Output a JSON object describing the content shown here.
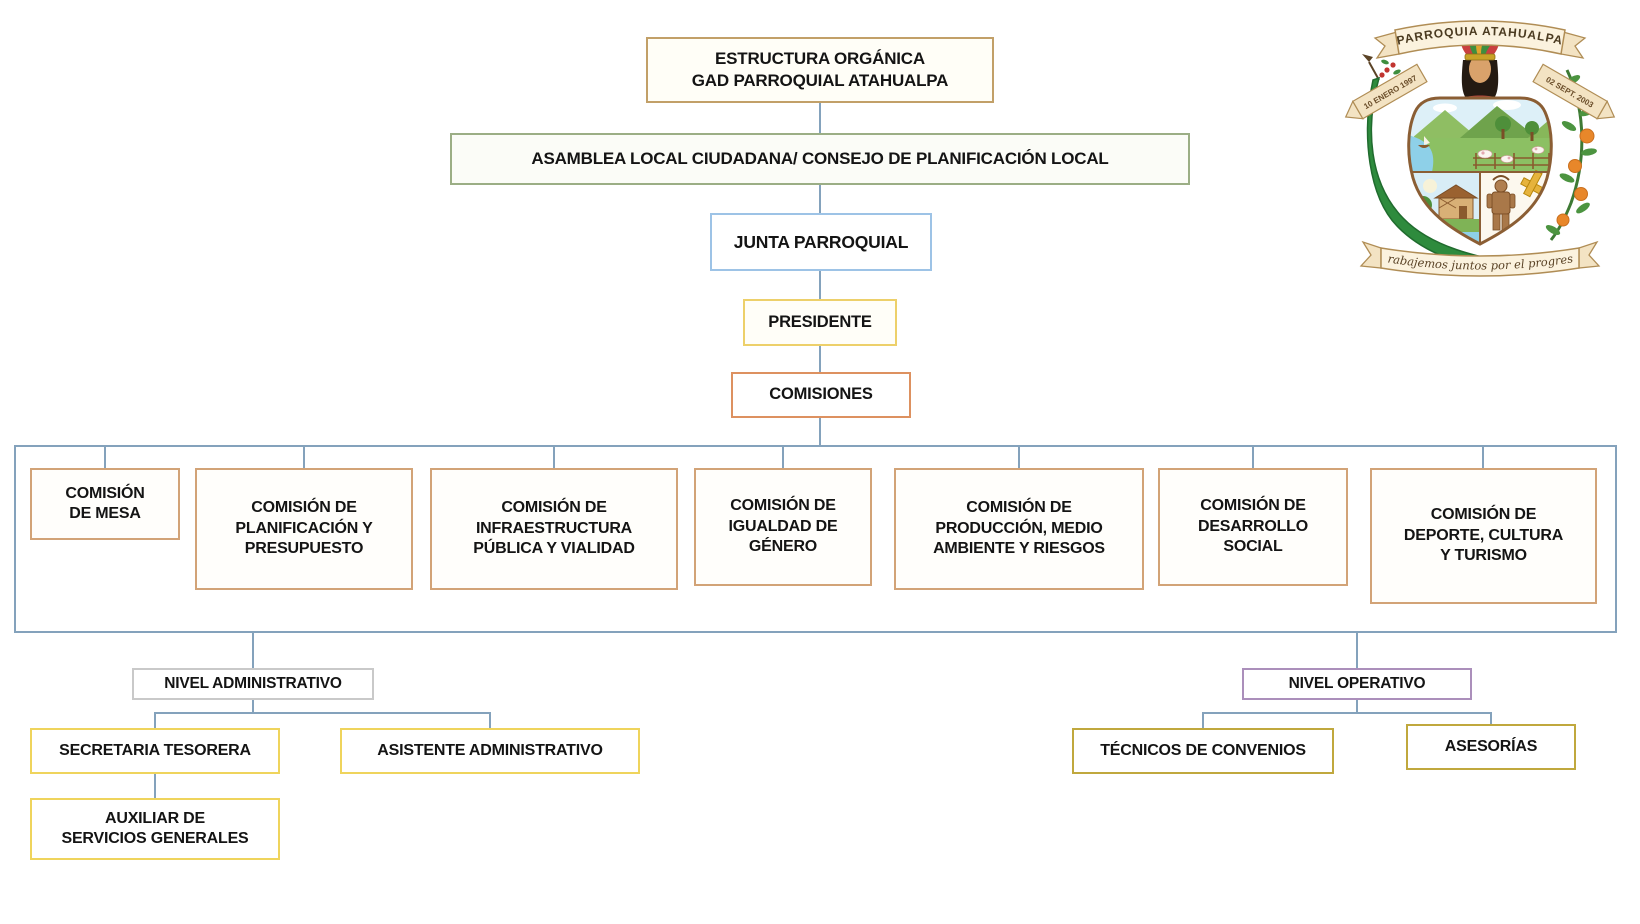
{
  "org": {
    "estructura": "ESTRUCTURA ORGÁNICA\nGAD PARROQUIAL ATAHUALPA",
    "asamblea": "ASAMBLEA LOCAL CIUDADANA/ CONSEJO DE PLANIFICACIÓN LOCAL",
    "junta": "JUNTA PARROQUIAL",
    "presidente": "PRESIDENTE",
    "comisiones": "COMISIONES",
    "commissions": [
      {
        "label": "COMISIÓN\nDE MESA"
      },
      {
        "label": "COMISIÓN DE\nPLANIFICACIÓN Y\nPRESUPUESTO"
      },
      {
        "label": "COMISIÓN DE\nINFRAESTRUCTURA\nPÚBLICA Y VIALIDAD"
      },
      {
        "label": "COMISIÓN DE\nIGUALDAD DE\nGÉNERO"
      },
      {
        "label": "COMISIÓN DE\nPRODUCCIÓN, MEDIO\nAMBIENTE Y RIESGOS"
      },
      {
        "label": "COMISIÓN DE\nDESARROLLO\nSOCIAL"
      },
      {
        "label": "COMISIÓN DE\nDEPORTE, CULTURA\nY TURISMO"
      }
    ],
    "nivel_administrativo": {
      "label": "NIVEL ADMINISTRATIVO",
      "children": [
        {
          "label": "SECRETARIA TESORERA"
        },
        {
          "label": "ASISTENTE ADMINISTRATIVO"
        },
        {
          "label": "AUXILIAR DE\nSERVICIOS GENERALES"
        }
      ]
    },
    "nivel_operativo": {
      "label": "NIVEL OPERATIVO",
      "children": [
        {
          "label": "TÉCNICOS DE CONVENIOS"
        },
        {
          "label": "ASESORÍAS"
        }
      ]
    }
  },
  "logo": {
    "top_banner": "PARROQUIA ATAHUALPA",
    "left_ribbon": "10 ENERO 1997",
    "right_ribbon": "02 SEPT. 2003",
    "motto": "Trabajemos juntos por el progreso"
  },
  "colors": {
    "connector": "#84A2BC",
    "estructura_border": "#C2A068",
    "asamblea_border": "#9BAE85",
    "junta_border": "#9DC3E6",
    "presidente_border": "#EDD06A",
    "comisiones_border": "#DD9160",
    "commission_border": "#D2A377",
    "container_border": "#84A2BC",
    "nivel_administrativo_border": "#C9C9C9",
    "nivel_operativo_border": "#AB8FBB",
    "administrative_children_border": "#EFD45C",
    "operative_children_border": "#C0A83E"
  }
}
